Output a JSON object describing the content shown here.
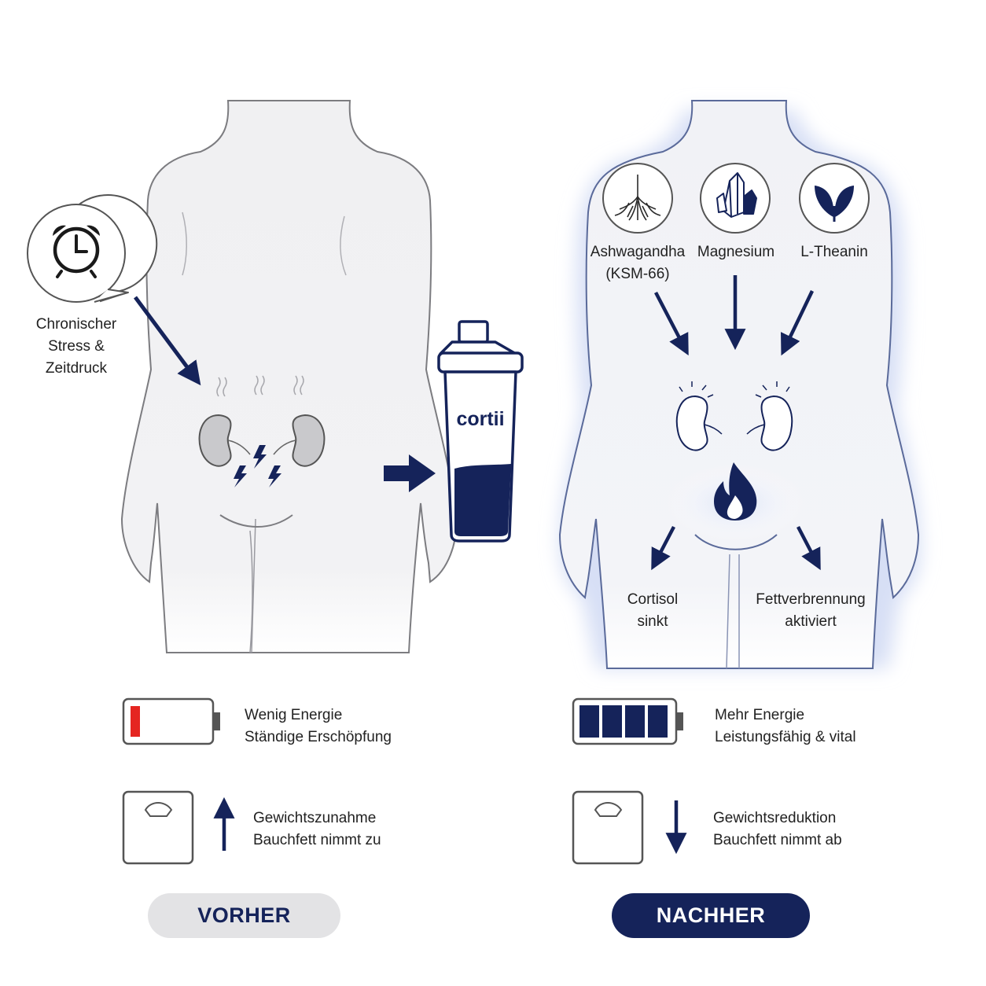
{
  "left": {
    "trigger_label": [
      "Chronischer",
      "Stress &",
      "Zeitdruck"
    ],
    "energy": [
      "Wenig Energie",
      "Ständige Erschöpfung"
    ],
    "weight": [
      "Gewichtszunahme",
      "Bauchfett nimmt zu"
    ],
    "badge": "VORHER"
  },
  "center": {
    "brand": "cortii"
  },
  "right": {
    "ingredients": [
      {
        "name": "Ashwagandha",
        "sub": "(KSM-66)",
        "icon": "root-icon"
      },
      {
        "name": "Magnesium",
        "sub": "",
        "icon": "crystal-icon"
      },
      {
        "name": "L-Theanin",
        "sub": "",
        "icon": "leaf-icon"
      }
    ],
    "effect_left": [
      "Cortisol",
      "sinkt"
    ],
    "effect_right": [
      "Fettverbrennung",
      "aktiviert"
    ],
    "energy": [
      "Mehr Energie",
      "Leistungsfähig & vital"
    ],
    "weight": [
      "Gewichtsreduktion",
      "Bauchfett nimmt ab"
    ],
    "badge": "NACHHER"
  },
  "colors": {
    "navy": "#15235a",
    "body_fill": "#f0f0f2",
    "body_stroke": "#7c7c80",
    "low_battery": "#e52521",
    "pill_light": "#e3e3e5",
    "glow": "#c9d4f2"
  }
}
